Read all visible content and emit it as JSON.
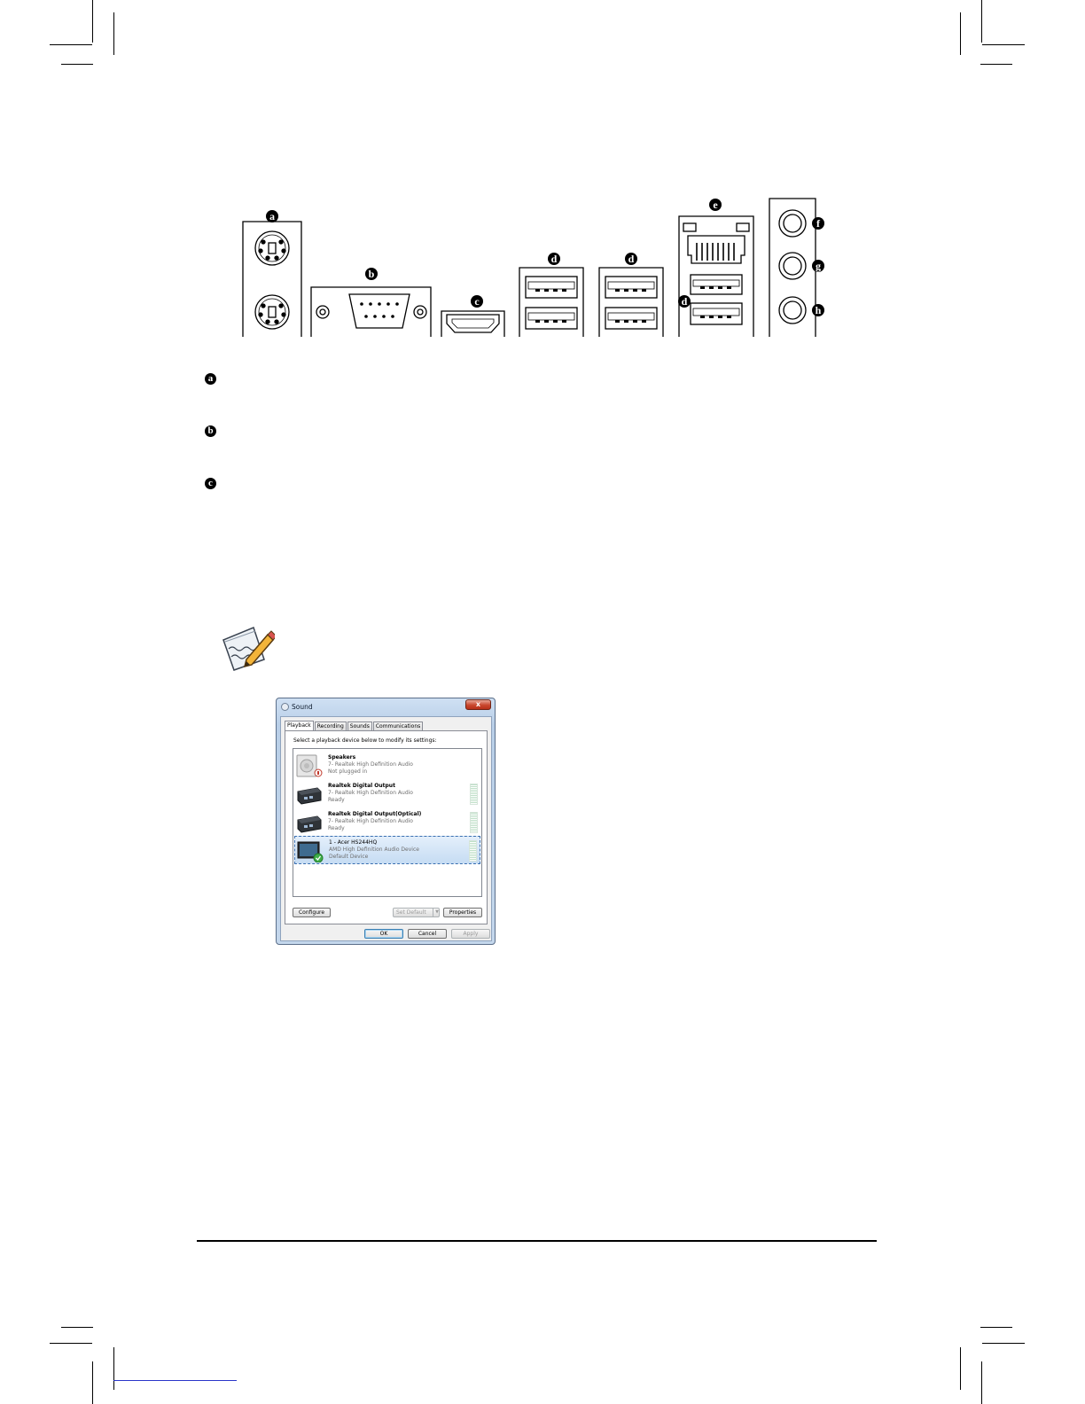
{
  "panel": {
    "markers": {
      "a": "a",
      "b": "b",
      "c": "c",
      "d": "d",
      "e": "e",
      "f": "f",
      "g": "g",
      "h": "h"
    },
    "connectors": [
      "ps2-keyboard-port",
      "ps2-mouse-port",
      "serial-port",
      "hdmi-port",
      "usb-port",
      "lan-port",
      "audio-jack"
    ]
  },
  "legend": [
    {
      "marker": "a"
    },
    {
      "marker": "b"
    },
    {
      "marker": "c"
    }
  ],
  "note_icon": "note-pencil-icon",
  "sound_dialog": {
    "title": "Sound",
    "close_label": "x",
    "tabs": [
      "Playback",
      "Recording",
      "Sounds",
      "Communications"
    ],
    "active_tab": "Playback",
    "instruction": "Select a playback device below to modify its settings:",
    "devices": [
      {
        "name": "Speakers",
        "driver": "7- Realtek High Definition Audio",
        "status": "Not plugged in",
        "icon": "speaker-icon",
        "selected": false,
        "level_meter": false
      },
      {
        "name": "Realtek Digital Output",
        "driver": "7- Realtek High Definition Audio",
        "status": "Ready",
        "icon": "digital-output-icon",
        "selected": false,
        "level_meter": true
      },
      {
        "name": "Realtek Digital Output(Optical)",
        "driver": "7- Realtek High Definition Audio",
        "status": "Ready",
        "icon": "digital-output-icon",
        "selected": false,
        "level_meter": true
      },
      {
        "name": "1 - Acer HS244HQ",
        "driver": "AMD High Definition Audio Device",
        "status": "Default Device",
        "icon": "monitor-icon",
        "selected": true,
        "level_meter": true
      }
    ],
    "buttons": {
      "configure": "Configure",
      "set_default": "Set Default",
      "properties": "Properties",
      "ok": "OK",
      "cancel": "Cancel",
      "apply": "Apply"
    }
  },
  "colors": {
    "dialog_frame": "#c4d7ec",
    "selection": "#c6dcf3",
    "close_button": "#c9472e"
  }
}
